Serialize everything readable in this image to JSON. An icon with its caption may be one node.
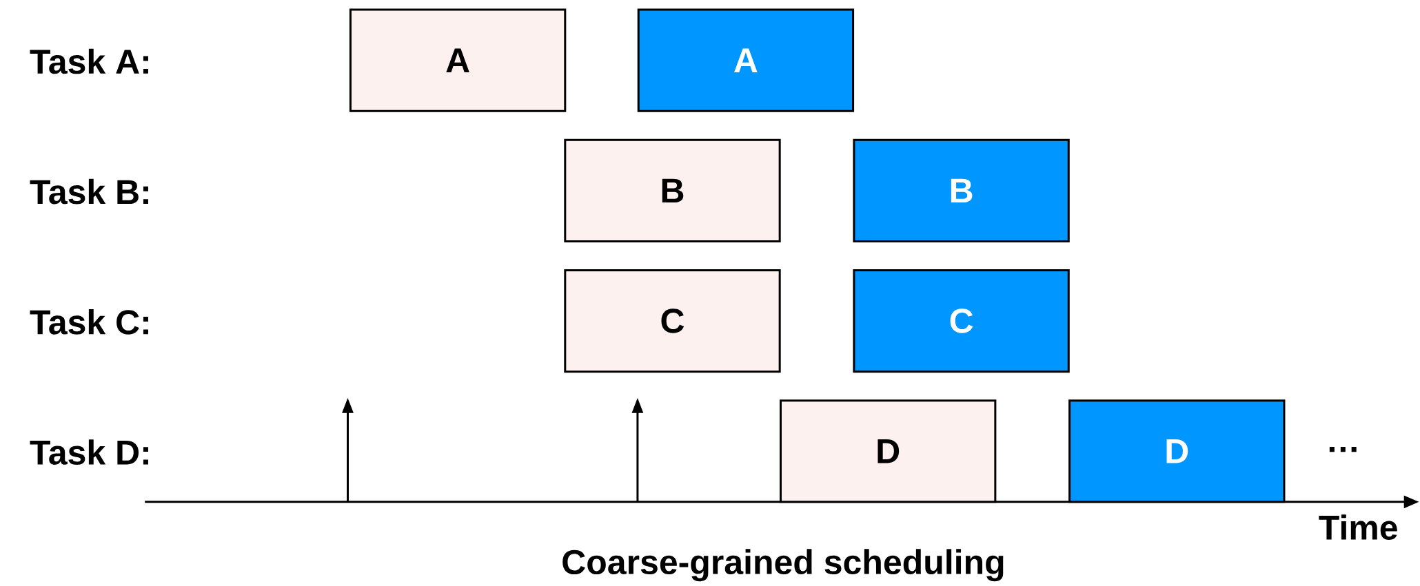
{
  "diagram": {
    "caption": "Coarse-grained scheduling",
    "nodes": [
      {
        "text": [
          "A"
        ]
      },
      {
        "text": [
          "A"
        ]
      },
      {
        "text": [
          "B"
        ]
      },
      {
        "text": [
          "B"
        ]
      },
      {
        "text": [
          "C"
        ]
      },
      {
        "text": [
          "C"
        ]
      },
      {
        "text": [
          "D"
        ]
      },
      {
        "text": [
          "D"
        ]
      }
    ],
    "labels": [
      "Task A:",
      "Task B:",
      "Task C:",
      "Task D:",
      "…",
      "Time"
    ]
  }
}
